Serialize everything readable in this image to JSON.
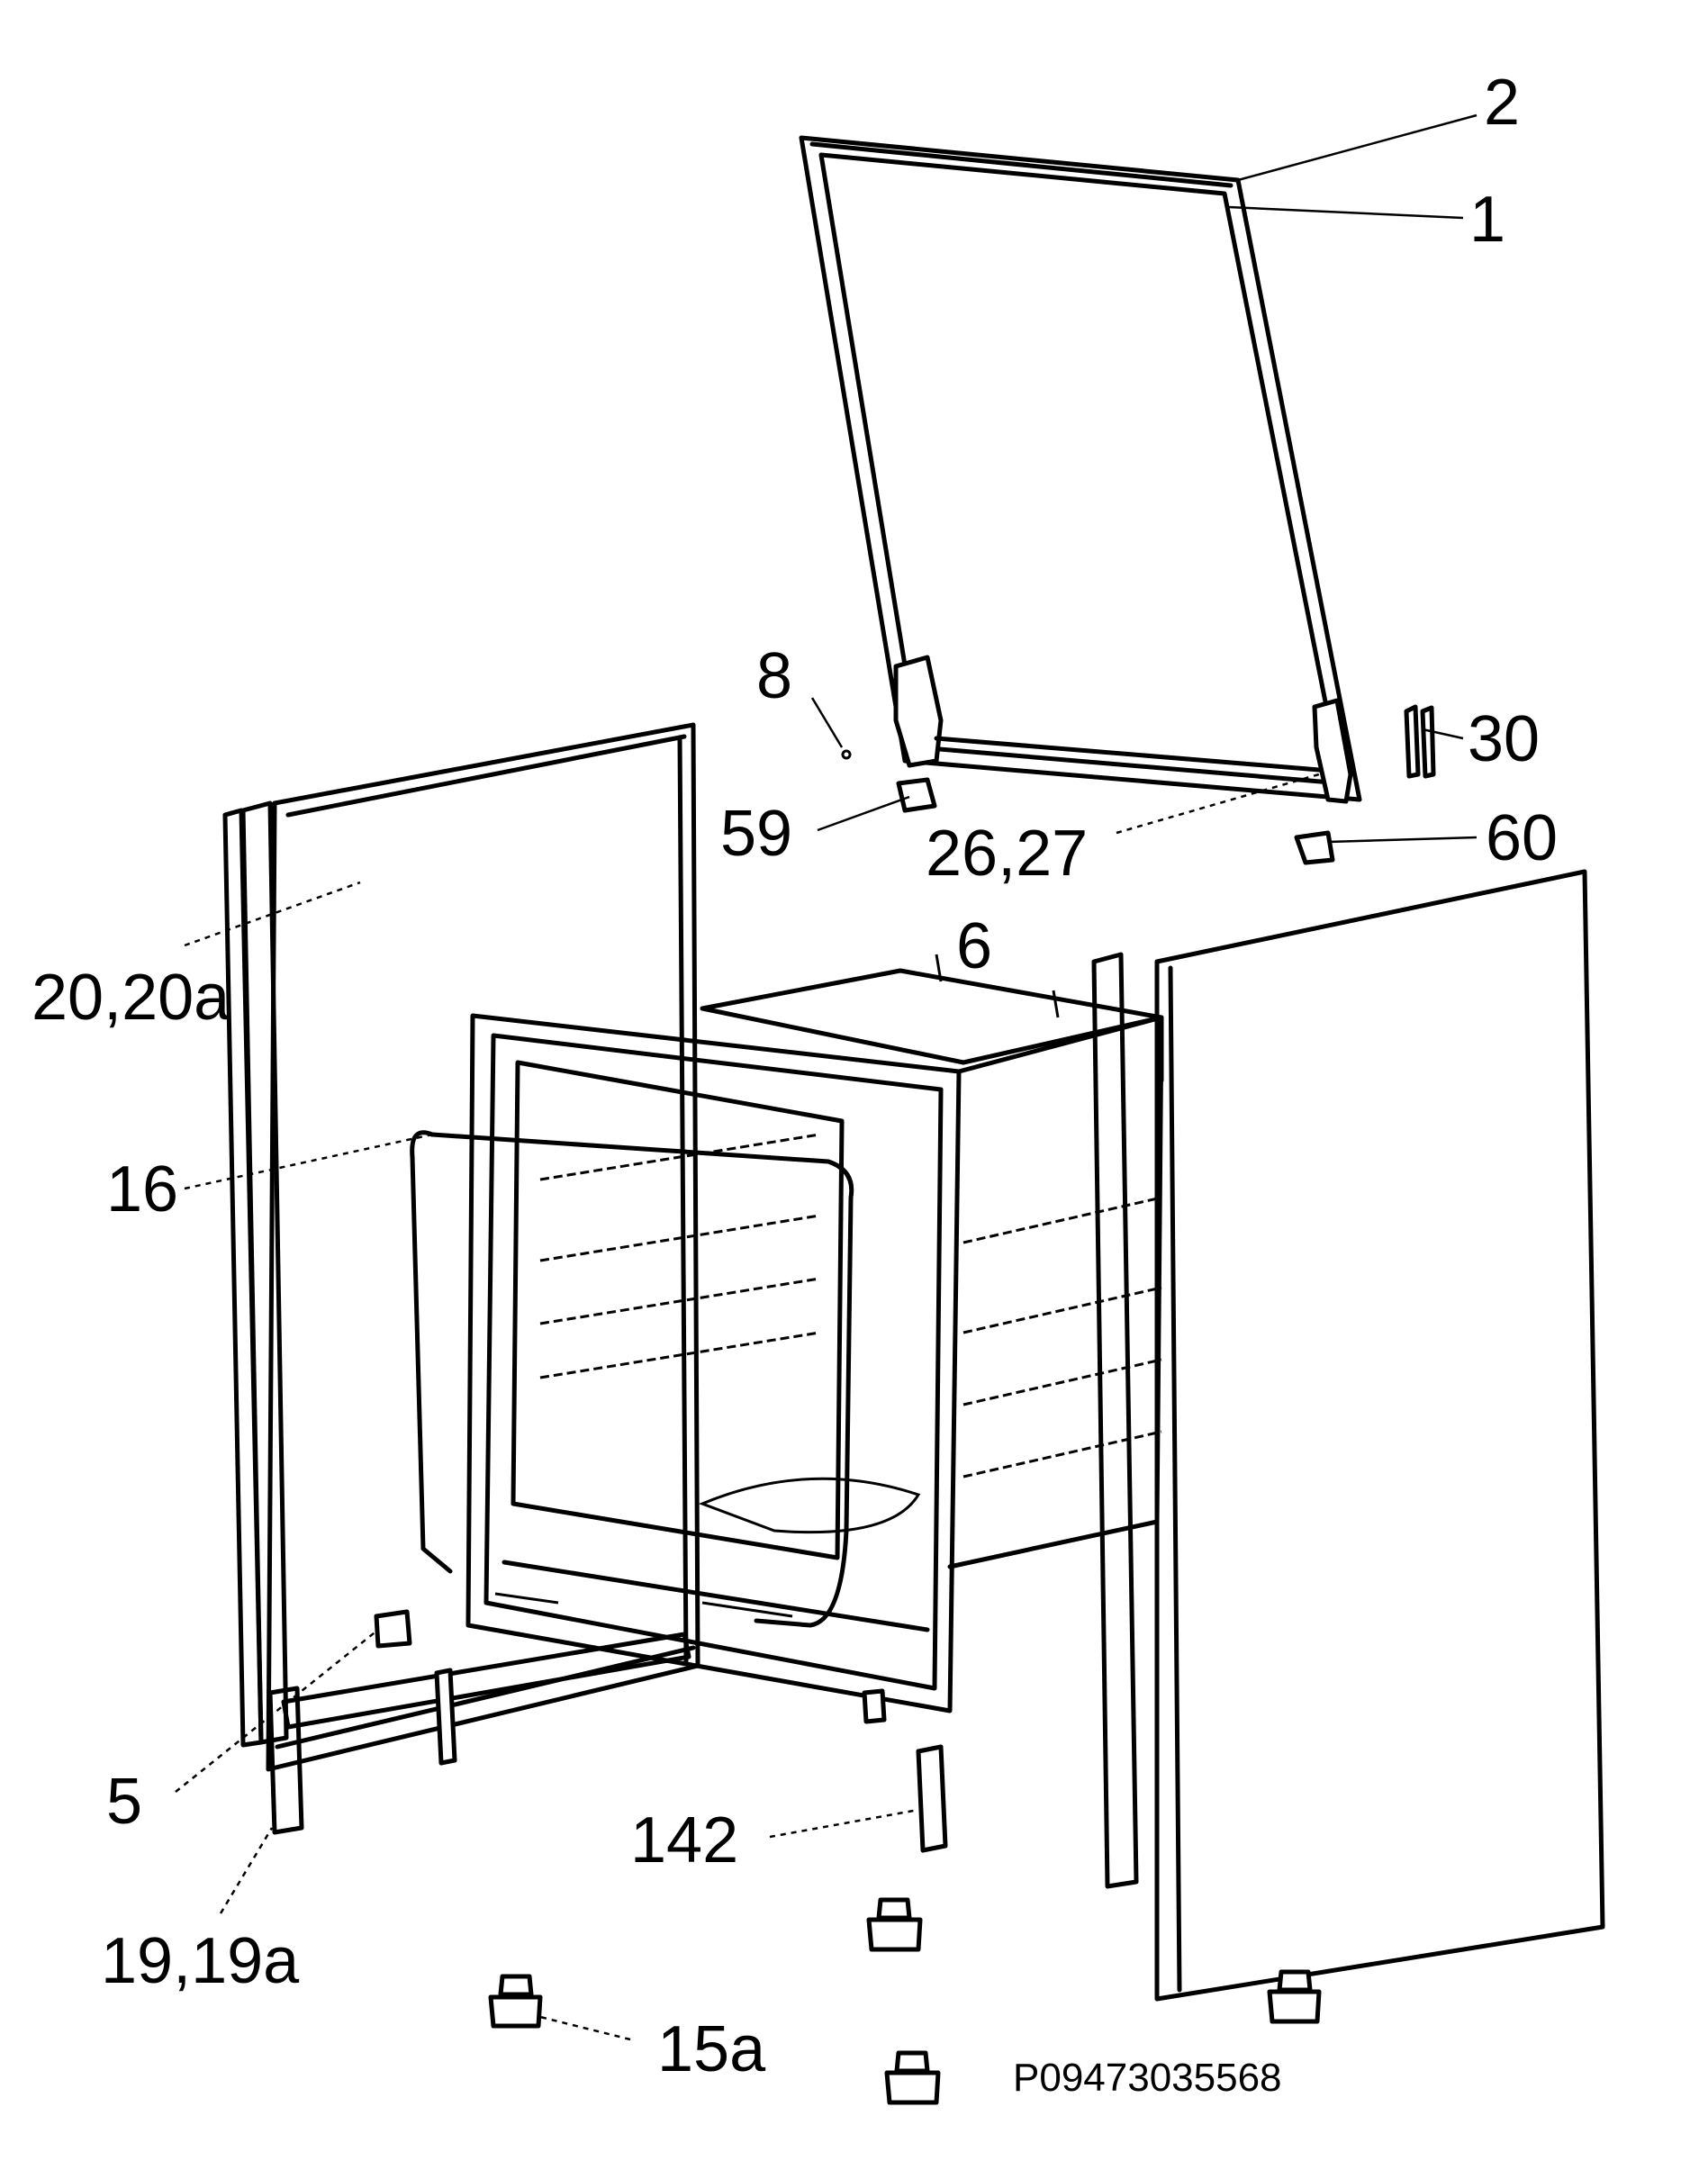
{
  "diagram": {
    "reference_code": "P09473035568",
    "callouts": [
      {
        "id": "c2",
        "text": "2"
      },
      {
        "id": "c1",
        "text": "1"
      },
      {
        "id": "c8",
        "text": "8"
      },
      {
        "id": "c30",
        "text": "30"
      },
      {
        "id": "c59",
        "text": "59"
      },
      {
        "id": "c2627",
        "text": "26,27"
      },
      {
        "id": "c60",
        "text": "60"
      },
      {
        "id": "c6",
        "text": "6"
      },
      {
        "id": "c2020a",
        "text": "20,20a"
      },
      {
        "id": "c16",
        "text": "16"
      },
      {
        "id": "c5",
        "text": "5"
      },
      {
        "id": "c142",
        "text": "142"
      },
      {
        "id": "c1919a",
        "text": "19,19a"
      },
      {
        "id": "c15a",
        "text": "15a"
      }
    ]
  }
}
